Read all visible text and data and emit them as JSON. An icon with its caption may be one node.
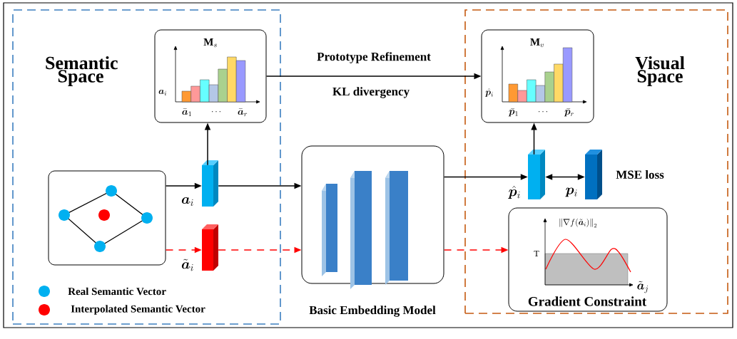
{
  "diagram": {
    "nodes": [
      {
        "text": [
          "Semantic Space"
        ]
      },
      {
        "text": [
          "Visual Space"
        ]
      },
      {
        "text": [
          "\\mathbf{M}_s",
          "\\boldsymbol{a}_i",
          "\\bar{\\boldsymbol{a}}_1",
          "\\cdots",
          "\\bar{\\boldsymbol{a}}_r"
        ],
        "in": 0
      },
      {
        "text": [],
        "shape": "picture",
        "in": 0
      },
      {
        "text": [],
        "shape": "bar",
        "beside": [
          "\\boldsymbol{a}_i"
        ],
        "in": 0
      },
      {
        "text": [],
        "shape": "bar",
        "beside": [
          "\\tilde{\\boldsymbol{a}}_i"
        ],
        "in": 0
      },
      {
        "text": [
          "Basic Embedding Model"
        ]
      },
      {
        "text": [
          "\\mathbf{M}_v",
          "\\hat{\\boldsymbol{p}}_i",
          "\\bar{\\boldsymbol{p}}_1",
          "\\cdots",
          "\\bar{\\boldsymbol{p}}_r"
        ],
        "in": 1
      },
      {
        "text": [],
        "shape": "bar",
        "beside": [
          "\\hat{\\boldsymbol{p}}_i"
        ],
        "in": 1
      },
      {
        "text": [],
        "shape": "bar",
        "beside": [
          "\\boldsymbol{p}_i"
        ],
        "in": 1
      },
      {
        "text": [
          "\\left\\|\\nabla f(\\tilde{\\boldsymbol{a}}_i)\\right\\|_2",
          "T",
          "\\tilde{\\boldsymbol{a}}_j",
          "Gradient Constraint"
        ],
        "in": 1
      }
    ],
    "edges": [
      {
        "from": 3,
        "to": 4,
        "arrow": "to"
      },
      {
        "from": 3,
        "to": 5,
        "arrow": "to",
        "style": "dashed",
        "color": "#ff0000"
      },
      {
        "from": 4,
        "to": 2,
        "arrow": "to"
      },
      {
        "from": 4,
        "to": 6,
        "arrow": "to"
      },
      {
        "from": 5,
        "to": 6,
        "arrow": "to",
        "style": "dashed",
        "color": "#ff0000"
      },
      {
        "from": 6,
        "to": 10,
        "arrow": "to",
        "style": "dashed",
        "color": "#ff0000"
      },
      {
        "from": 6,
        "to": 8,
        "arrow": "to"
      },
      {
        "from": 8,
        "to": 7,
        "arrow": "to"
      },
      {
        "from": 8,
        "to": 9,
        "arrow": "both"
      },
      {
        "from": 2,
        "to": 7,
        "arrow": "to",
        "label": "Prototype Refinement"
      }
    ],
    "labels": [
      "KL divergency",
      "MSE loss"
    ],
    "legend": [
      {
        "text": "Real Semantic Vector",
        "color": "#00b0f0"
      },
      {
        "text": "Interpolated Semantic Vector",
        "color": "#ff0000"
      }
    ]
  }
}
